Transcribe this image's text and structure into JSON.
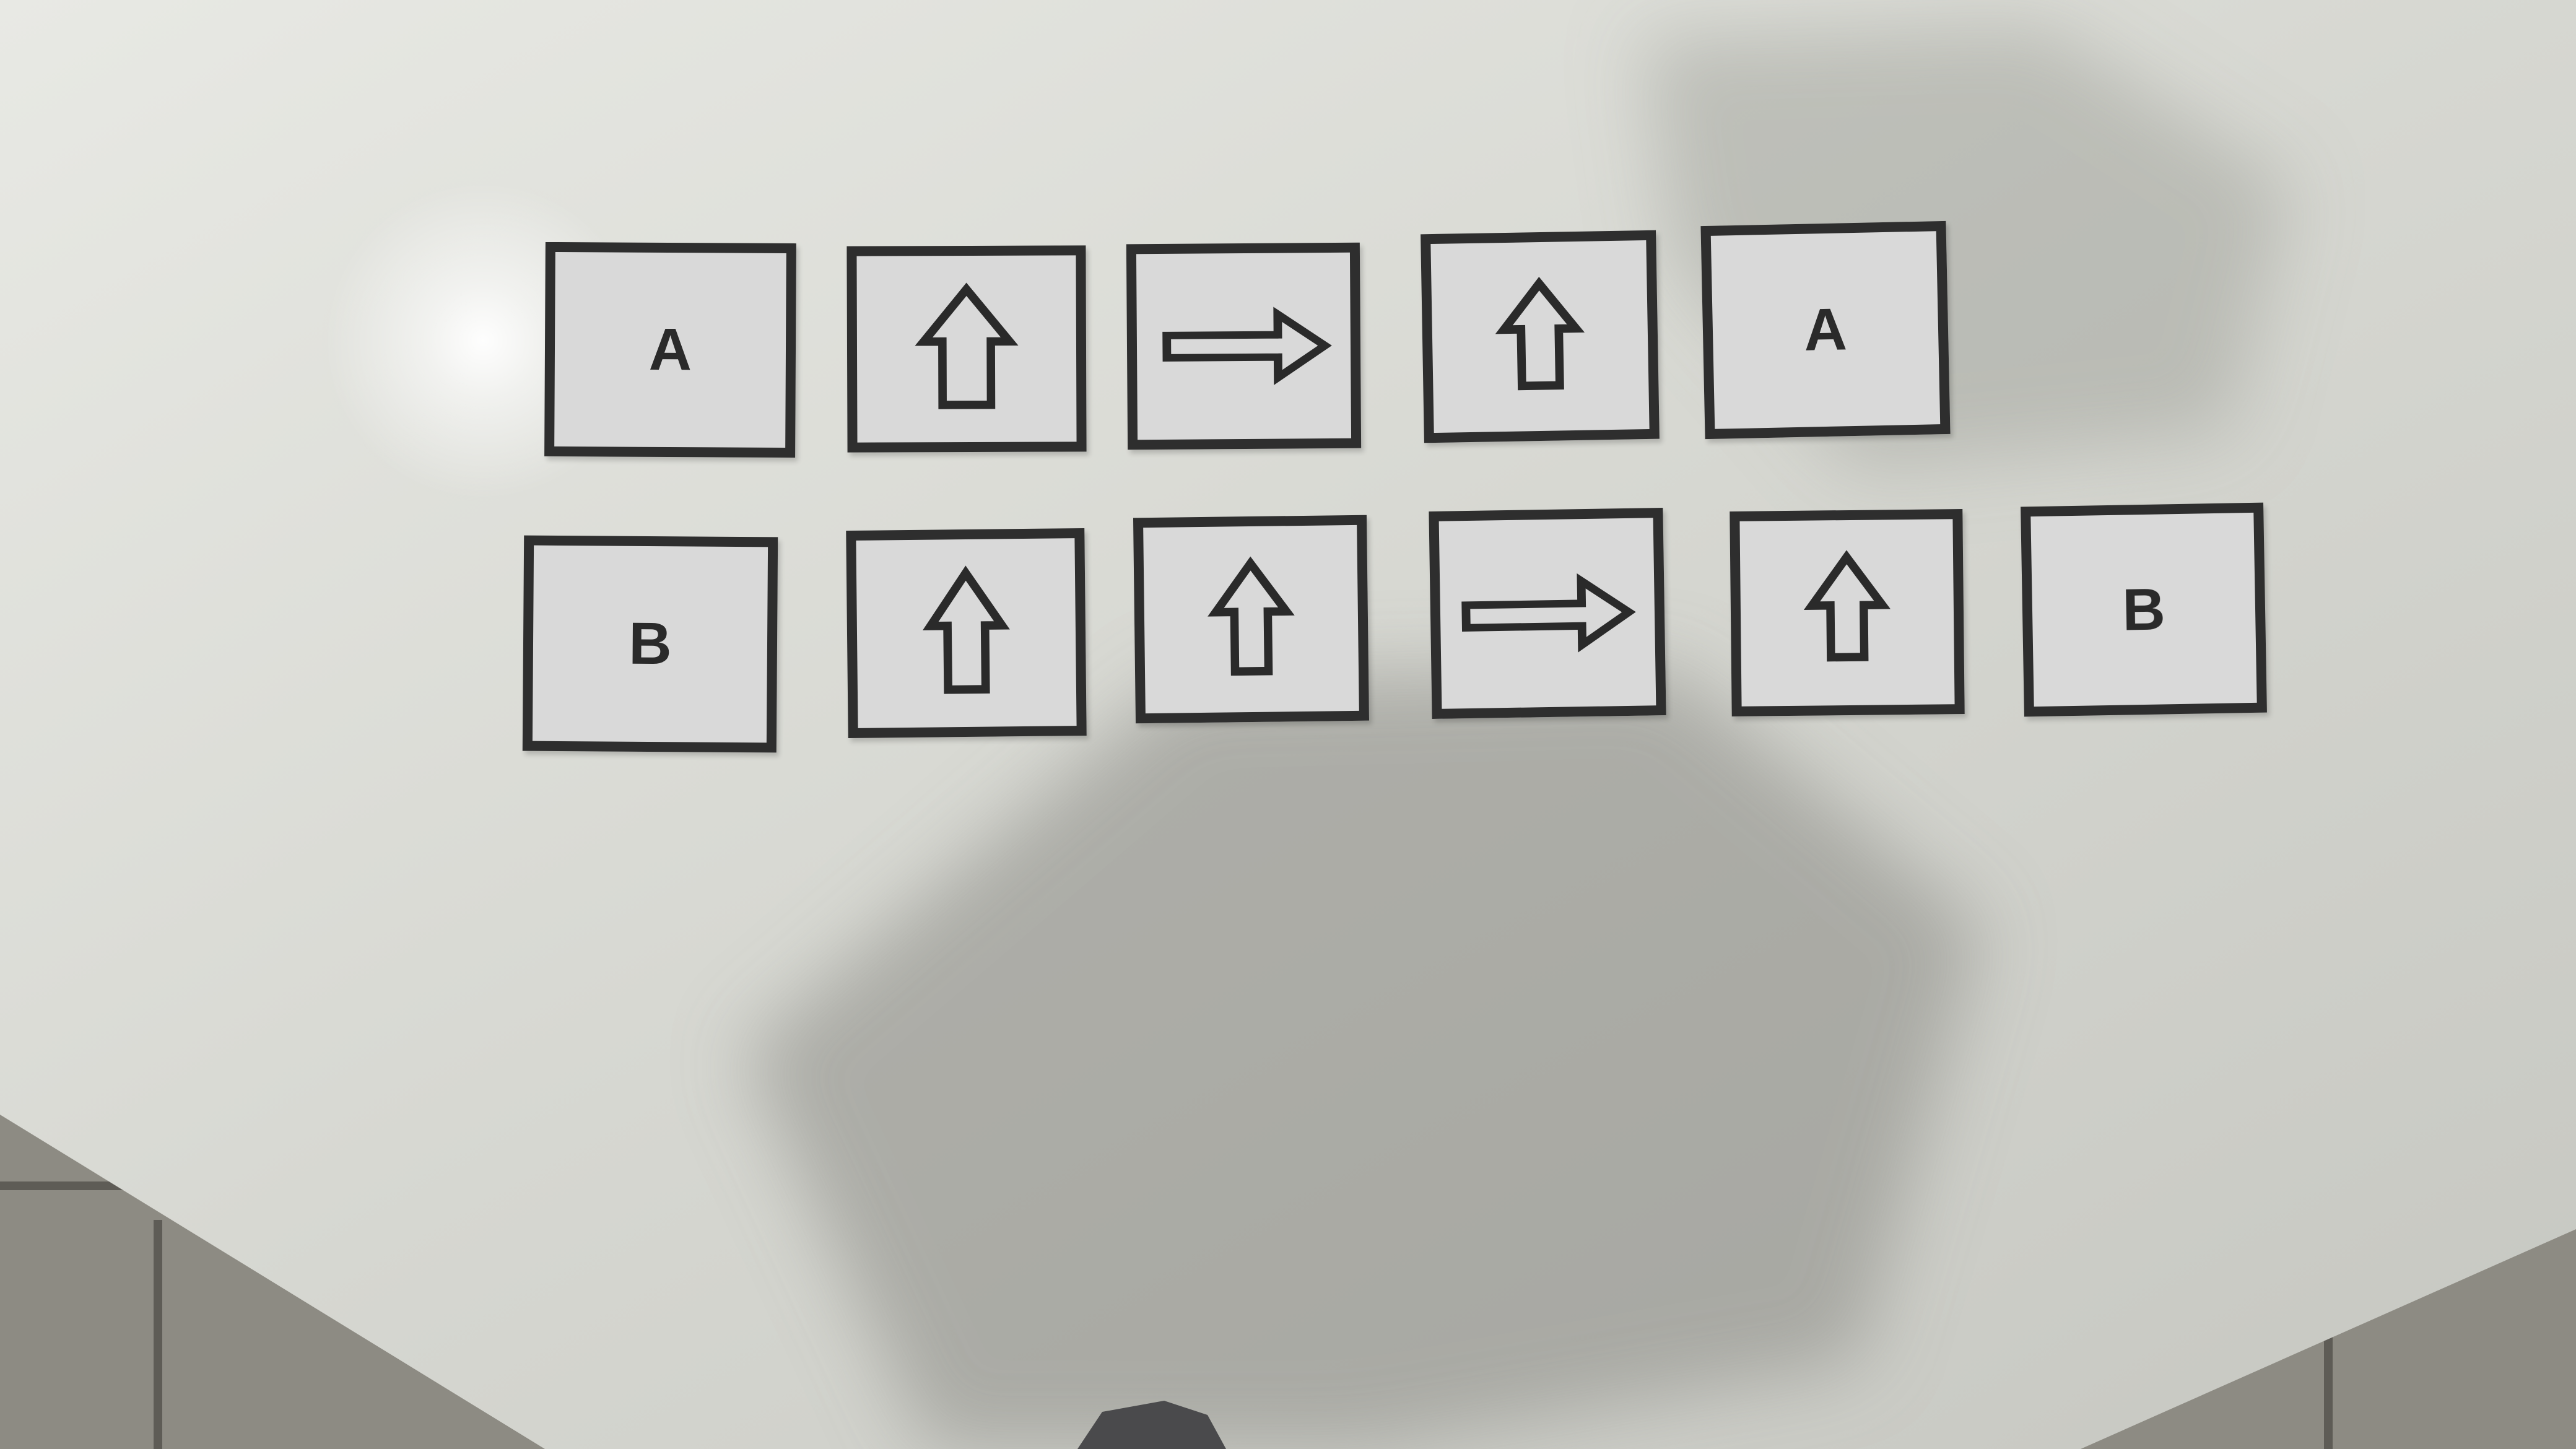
{
  "cards": {
    "top": [
      {
        "kind": "letter",
        "text": "A"
      },
      {
        "kind": "arrow",
        "direction": "up"
      },
      {
        "kind": "arrow",
        "direction": "right"
      },
      {
        "kind": "arrow",
        "direction": "up"
      },
      {
        "kind": "letter",
        "text": "A"
      }
    ],
    "bottom": [
      {
        "kind": "letter",
        "text": "B"
      },
      {
        "kind": "arrow",
        "direction": "up"
      },
      {
        "kind": "arrow",
        "direction": "up"
      },
      {
        "kind": "arrow",
        "direction": "right"
      },
      {
        "kind": "arrow",
        "direction": "up"
      },
      {
        "kind": "letter",
        "text": "B"
      }
    ]
  },
  "colors": {
    "table": "#dcddd7",
    "floor": "#8e8c84",
    "card": "#d9d9d9",
    "border": "#2e2e2e"
  }
}
